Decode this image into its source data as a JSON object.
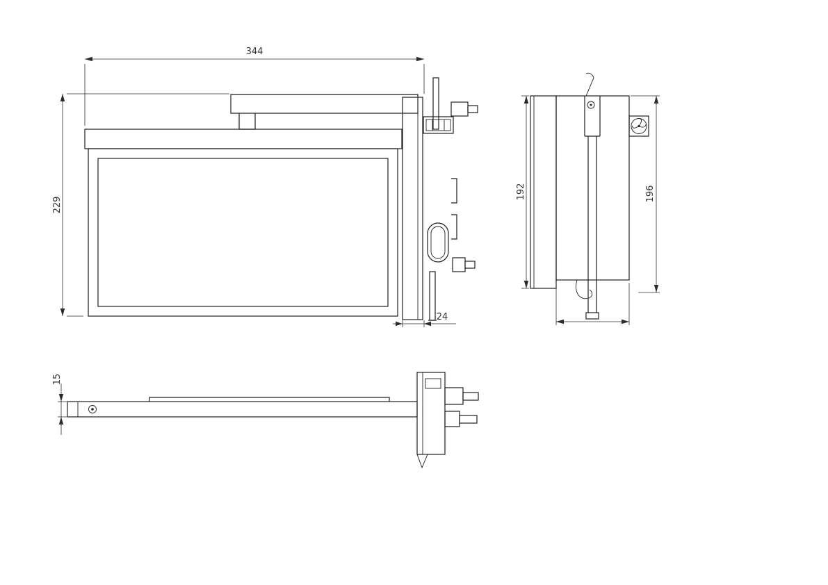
{
  "drawing": {
    "dimensions": {
      "front_width": "344",
      "front_height": "229",
      "mount_depth": "24",
      "side_height_outer": "192",
      "side_height_inner": "196",
      "panel_thickness": "15"
    },
    "colors": {
      "background": "#ffffff",
      "line": "#1e1e1e",
      "dim_line": "#2b2b2b",
      "dim_text": "#333333"
    }
  }
}
